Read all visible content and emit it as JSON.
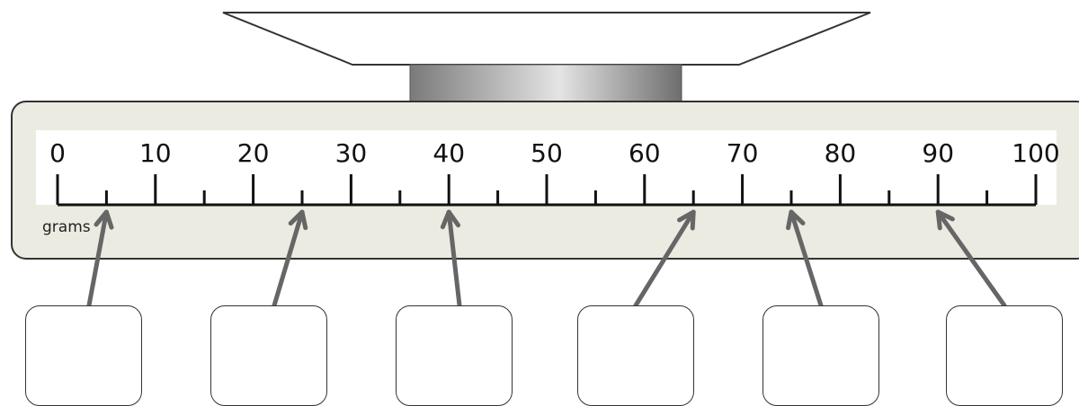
{
  "scale": {
    "unit": "grams",
    "range": [
      0,
      100
    ],
    "major_step": 10,
    "minor_step": 5,
    "tick_labels": [
      "0",
      "10",
      "20",
      "30",
      "40",
      "50",
      "60",
      "70",
      "80",
      "90",
      "100"
    ]
  },
  "arrows": [
    {
      "value": 5
    },
    {
      "value": 25
    },
    {
      "value": 40
    },
    {
      "value": 65
    },
    {
      "value": 75
    },
    {
      "value": 90
    }
  ],
  "answer_boxes": [
    {
      "value": ""
    },
    {
      "value": ""
    },
    {
      "value": ""
    },
    {
      "value": ""
    },
    {
      "value": ""
    },
    {
      "value": ""
    }
  ],
  "colors": {
    "scale_body": "#ecebe1",
    "scale_face": "#ffffff",
    "arrow": "#666666",
    "outline": "#333333"
  }
}
